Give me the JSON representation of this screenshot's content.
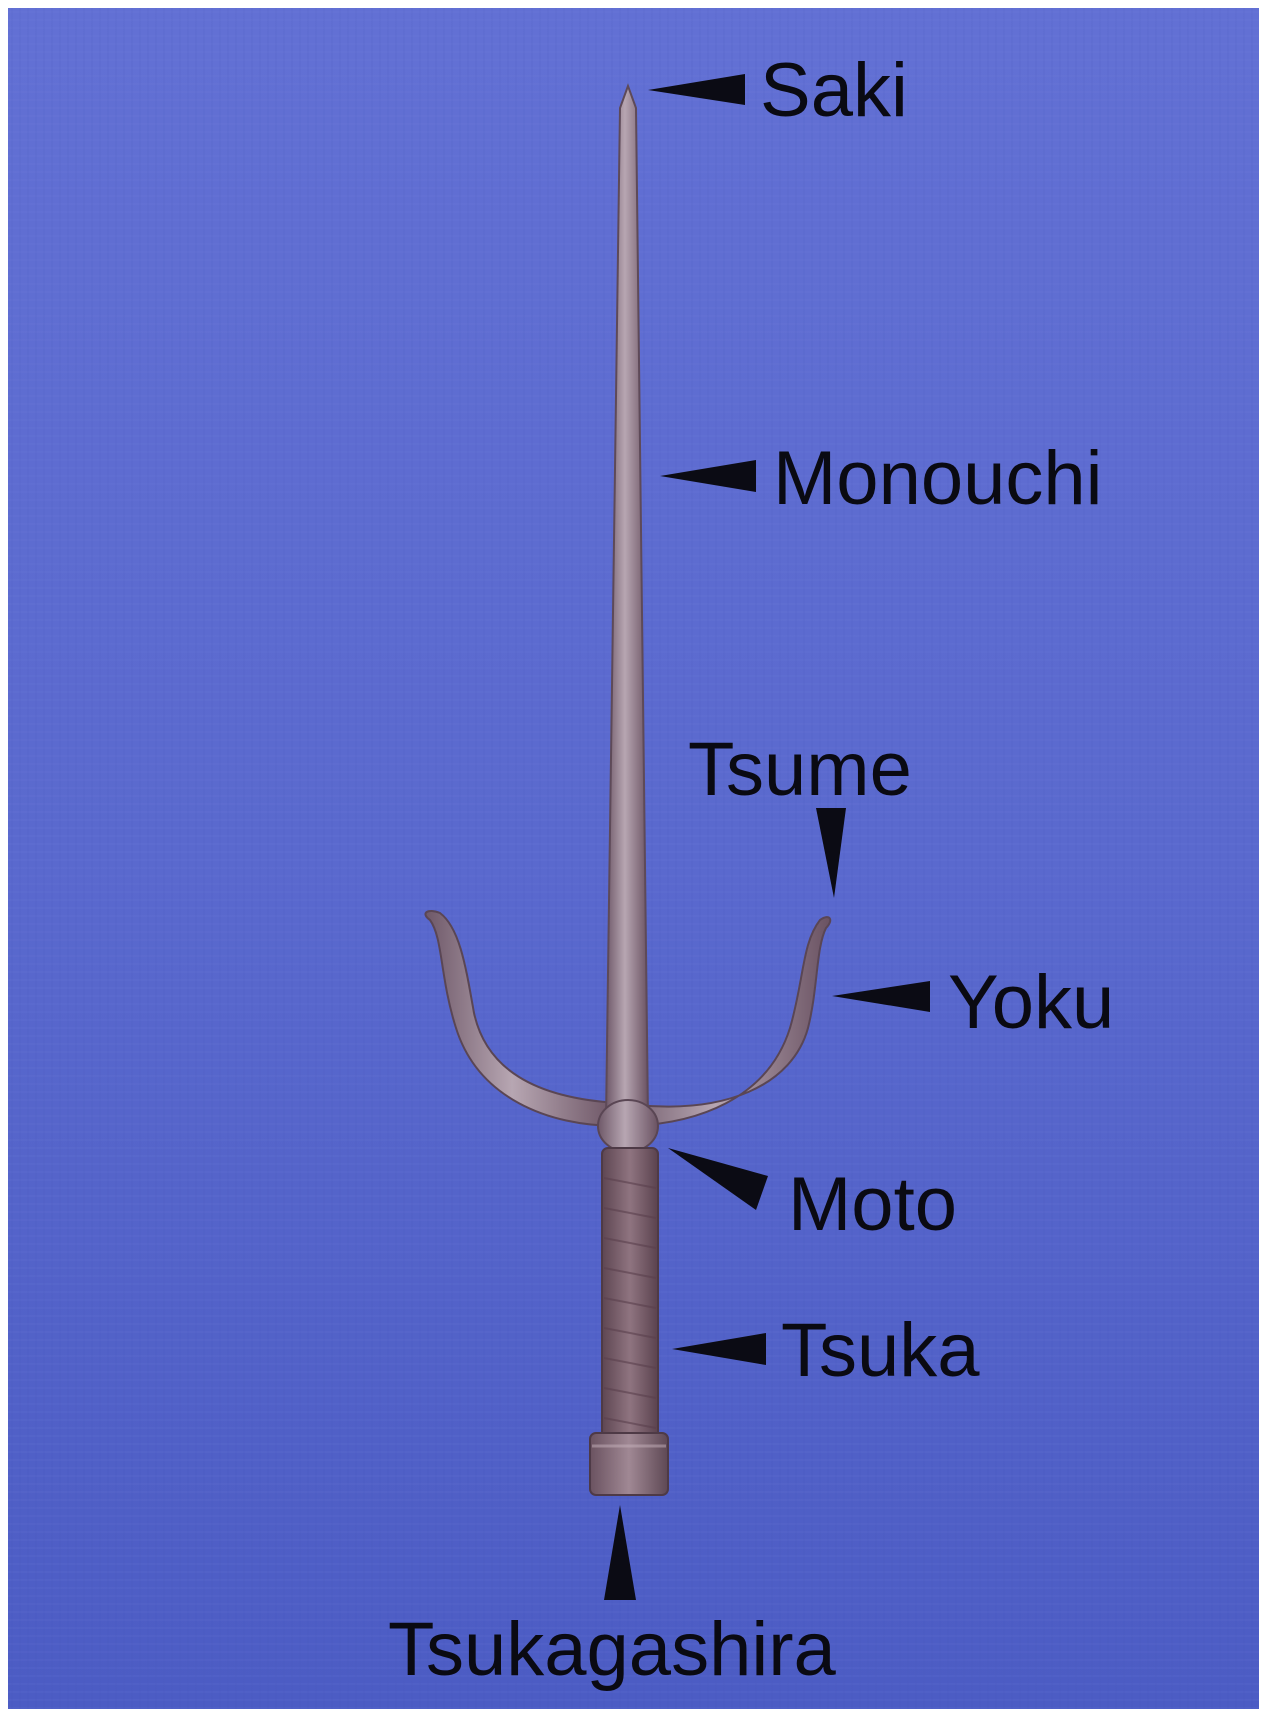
{
  "labels": {
    "saki": "Saki",
    "monouchi": "Monouchi",
    "tsume": "Tsume",
    "yoku": "Yoku",
    "moto": "Moto",
    "tsuka": "Tsuka",
    "tsukagashira": "Tsukagashira"
  },
  "colors": {
    "background": "#5d6cd0",
    "metal": "#9a8a9a",
    "handle": "#7e6470",
    "label": "#0a0a12"
  }
}
